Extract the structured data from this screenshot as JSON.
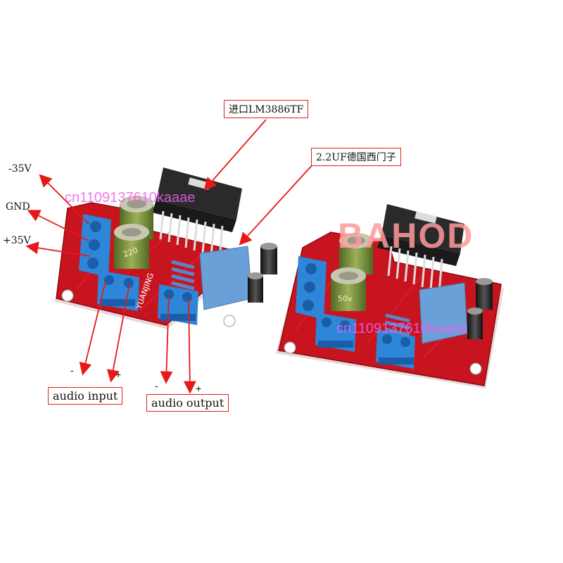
{
  "labels": {
    "chip": "进口LM3886TF",
    "capacitor": "2.2UF德国西门子",
    "neg_rail": "-35V",
    "gnd": "GND",
    "pos_rail": "+35V",
    "audio_input": "audio input",
    "audio_output": "audio output",
    "minus": "-",
    "plus": "+"
  },
  "watermarks": {
    "text1": "cn1109137610kaaae",
    "text2": "cn1109137610kaaae",
    "logo": "BAHOD"
  },
  "board_text": {
    "brand": "YUANJING",
    "cap_220": "220",
    "cap_50v": "50v"
  },
  "colors": {
    "board_red": "#c8141e",
    "terminal_blue": "#2e86d8",
    "cap_green": "#6e8a3a",
    "film_cap_blue": "#6aa0d8",
    "arrow_red": "#e81818"
  }
}
